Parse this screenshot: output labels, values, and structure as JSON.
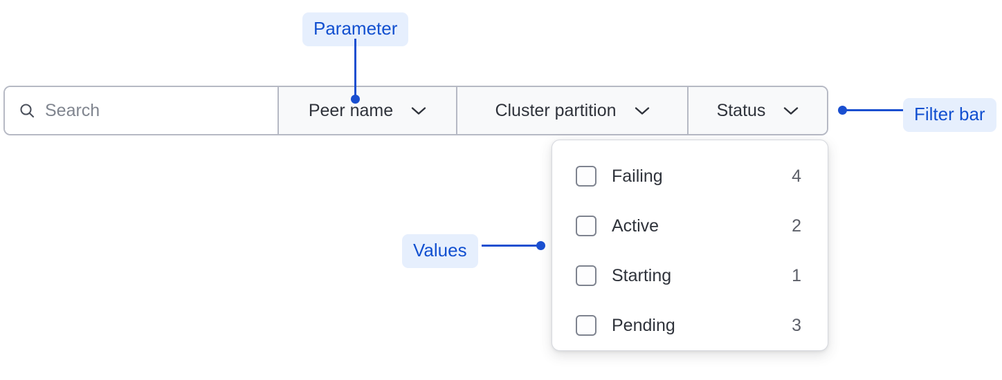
{
  "filter_bar": {
    "search": {
      "icon": "search-icon",
      "placeholder": "Search",
      "value": ""
    },
    "segments": [
      {
        "label": "Peer name",
        "icon": "chevron-down-icon"
      },
      {
        "label": "Cluster partition",
        "icon": "chevron-down-icon"
      },
      {
        "label": "Status",
        "icon": "chevron-down-icon"
      }
    ]
  },
  "dropdown": {
    "open_for": "Status",
    "items": [
      {
        "label": "Failing",
        "count": "4",
        "checked": false
      },
      {
        "label": "Active",
        "count": "2",
        "checked": false
      },
      {
        "label": "Starting",
        "count": "1",
        "checked": false
      },
      {
        "label": "Pending",
        "count": "3",
        "checked": false
      }
    ]
  },
  "annotations": [
    {
      "label": "Parameter",
      "target": "peer-name-segment"
    },
    {
      "label": "Filter bar",
      "target": "filter-bar"
    },
    {
      "label": "Values",
      "target": "dropdown-items"
    }
  ],
  "colors": {
    "annotation_text": "#1250d0",
    "annotation_chip_bg": "#e6effd",
    "annotation_line": "#1a4fd0",
    "bar_border": "#b6b9c4",
    "segment_bg": "#f8f9fa",
    "text_primary": "#2f333b",
    "placeholder": "#80858f"
  }
}
